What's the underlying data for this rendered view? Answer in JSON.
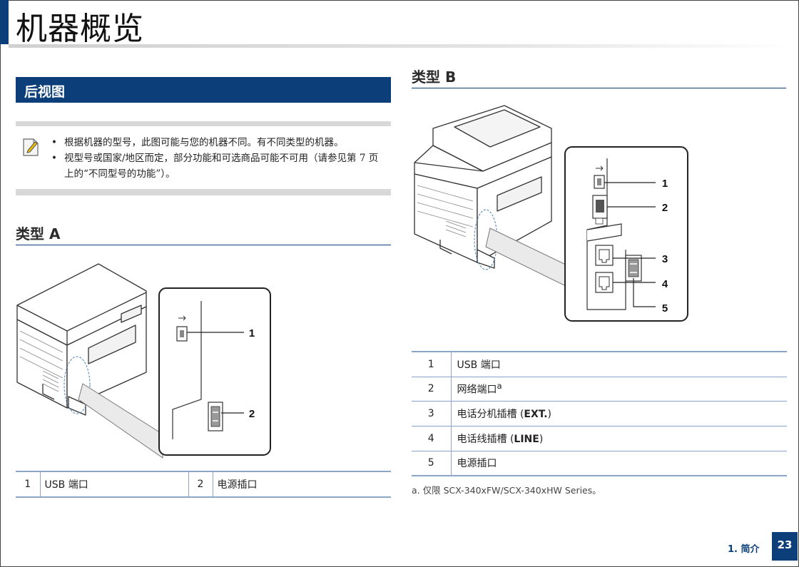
{
  "page": {
    "title": "机器概览",
    "section": "后视图",
    "footer_chapter": "1. 简介",
    "page_number": "23"
  },
  "note": {
    "icon": "note-pencil-icon",
    "items": [
      "根据机器的型号，此图可能与您的机器不同。有不同类型的机器。",
      "视型号或国家/地区而定，部分功能和可选商品可能不可用（请参见第 7 页上的“不同型号的功能”）。"
    ]
  },
  "type_a": {
    "heading": "类型 A",
    "callouts": [
      "1",
      "2"
    ],
    "table": [
      {
        "num": "1",
        "label": "USB 端口"
      },
      {
        "num": "2",
        "label": "电源插口"
      }
    ]
  },
  "type_b": {
    "heading": "类型 B",
    "callouts": [
      "1",
      "2",
      "3",
      "4",
      "5"
    ],
    "table": [
      {
        "num": "1",
        "label": "USB 端口",
        "sup": ""
      },
      {
        "num": "2",
        "label": "网络端口",
        "sup": "a"
      },
      {
        "num": "3",
        "label": "电话分机插槽 ",
        "bold": "EXT.",
        "open": "(",
        "close": ")"
      },
      {
        "num": "4",
        "label": "电话线插槽 ",
        "bold": "LINE",
        "open": "(",
        "close": ")"
      },
      {
        "num": "5",
        "label": "电源插口",
        "sup": ""
      }
    ],
    "footnote": "a. 仅限 SCX-340xFW/SCX-340xHW Series。"
  },
  "colors": {
    "brand_blue": "#0c3f7a",
    "rule_blue": "#8aa5c8"
  }
}
